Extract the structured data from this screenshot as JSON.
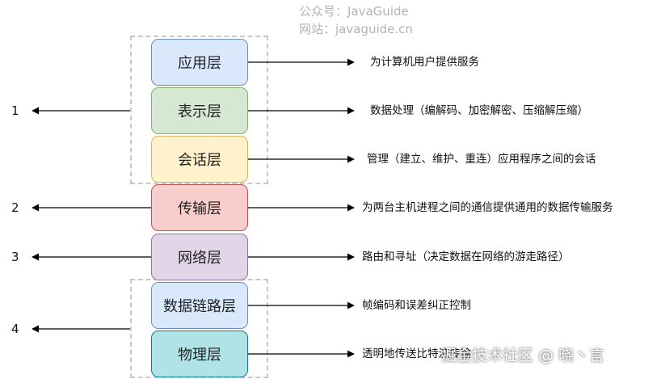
{
  "watermark": {
    "line1": "公众号：JavaGuide",
    "line2": "网站：javaguide.cn"
  },
  "layers": [
    {
      "name": "应用层",
      "desc": "为计算机用户提供服务",
      "fill": "#dae8fc",
      "stroke": "#6c8ebf"
    },
    {
      "name": "表示层",
      "desc": "数据处理（编解码、加密解密、压缩解压缩）",
      "fill": "#d5e8d4",
      "stroke": "#82b366"
    },
    {
      "name": "会话层",
      "desc": "管理（建立、维护、重连）应用程序之间的会话",
      "fill": "#fff2cc",
      "stroke": "#d6b656"
    },
    {
      "name": "传输层",
      "desc": "为两台主机进程之间的通信提供通用的数据传输服务",
      "fill": "#f8cecc",
      "stroke": "#b85450"
    },
    {
      "name": "网络层",
      "desc": "路由和寻址（决定数据在网络的游走路径）",
      "fill": "#e1d5e7",
      "stroke": "#9673a6"
    },
    {
      "name": "数据链路层",
      "desc": "帧编码和误差纠正控制",
      "fill": "#dae8fc",
      "stroke": "#6c8ebf"
    },
    {
      "name": "物理层",
      "desc": "透明地传送比特流传输",
      "fill": "#b0e3e6",
      "stroke": "#0e8088"
    }
  ],
  "groups": [
    {
      "label": "1"
    },
    {
      "label": "2"
    },
    {
      "label": "3"
    },
    {
      "label": "4"
    }
  ],
  "brand": "掘金技术社区 @ 晓丶言"
}
